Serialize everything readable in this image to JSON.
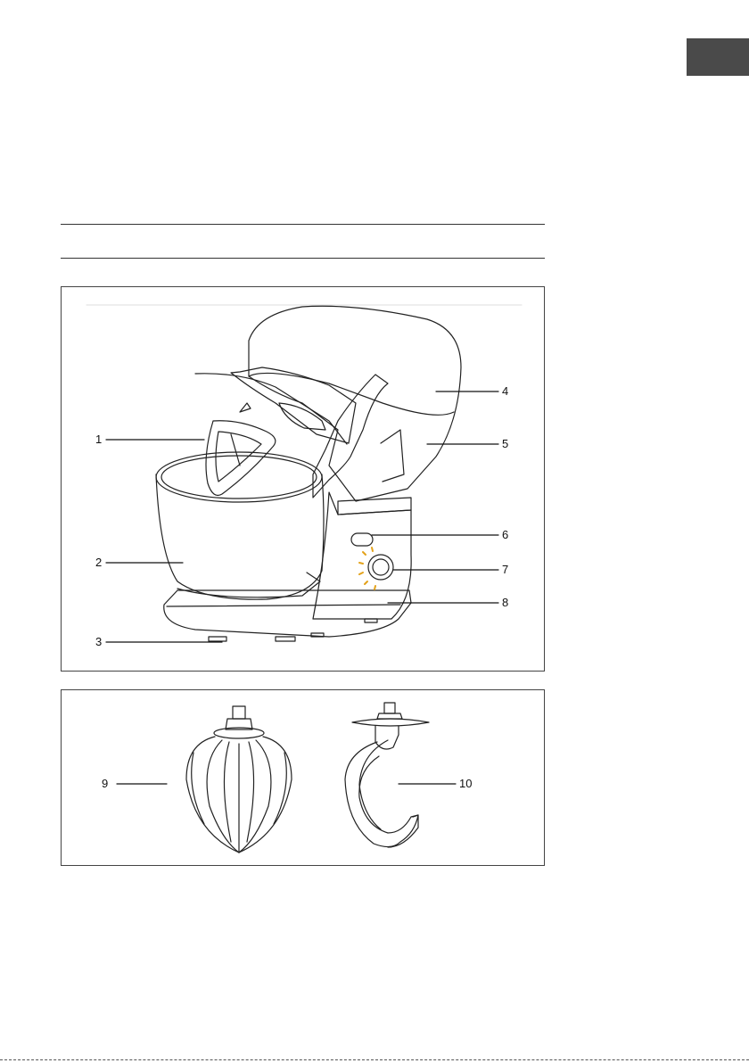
{
  "figure_main": {
    "callouts": [
      "1",
      "2",
      "3",
      "4",
      "5",
      "6",
      "7",
      "8"
    ]
  },
  "figure_accessories": {
    "callouts": [
      "9",
      "10"
    ]
  },
  "colors": {
    "tab": "#4a4a4a",
    "line": "#333333",
    "dial_marks": "#e3a21a"
  }
}
